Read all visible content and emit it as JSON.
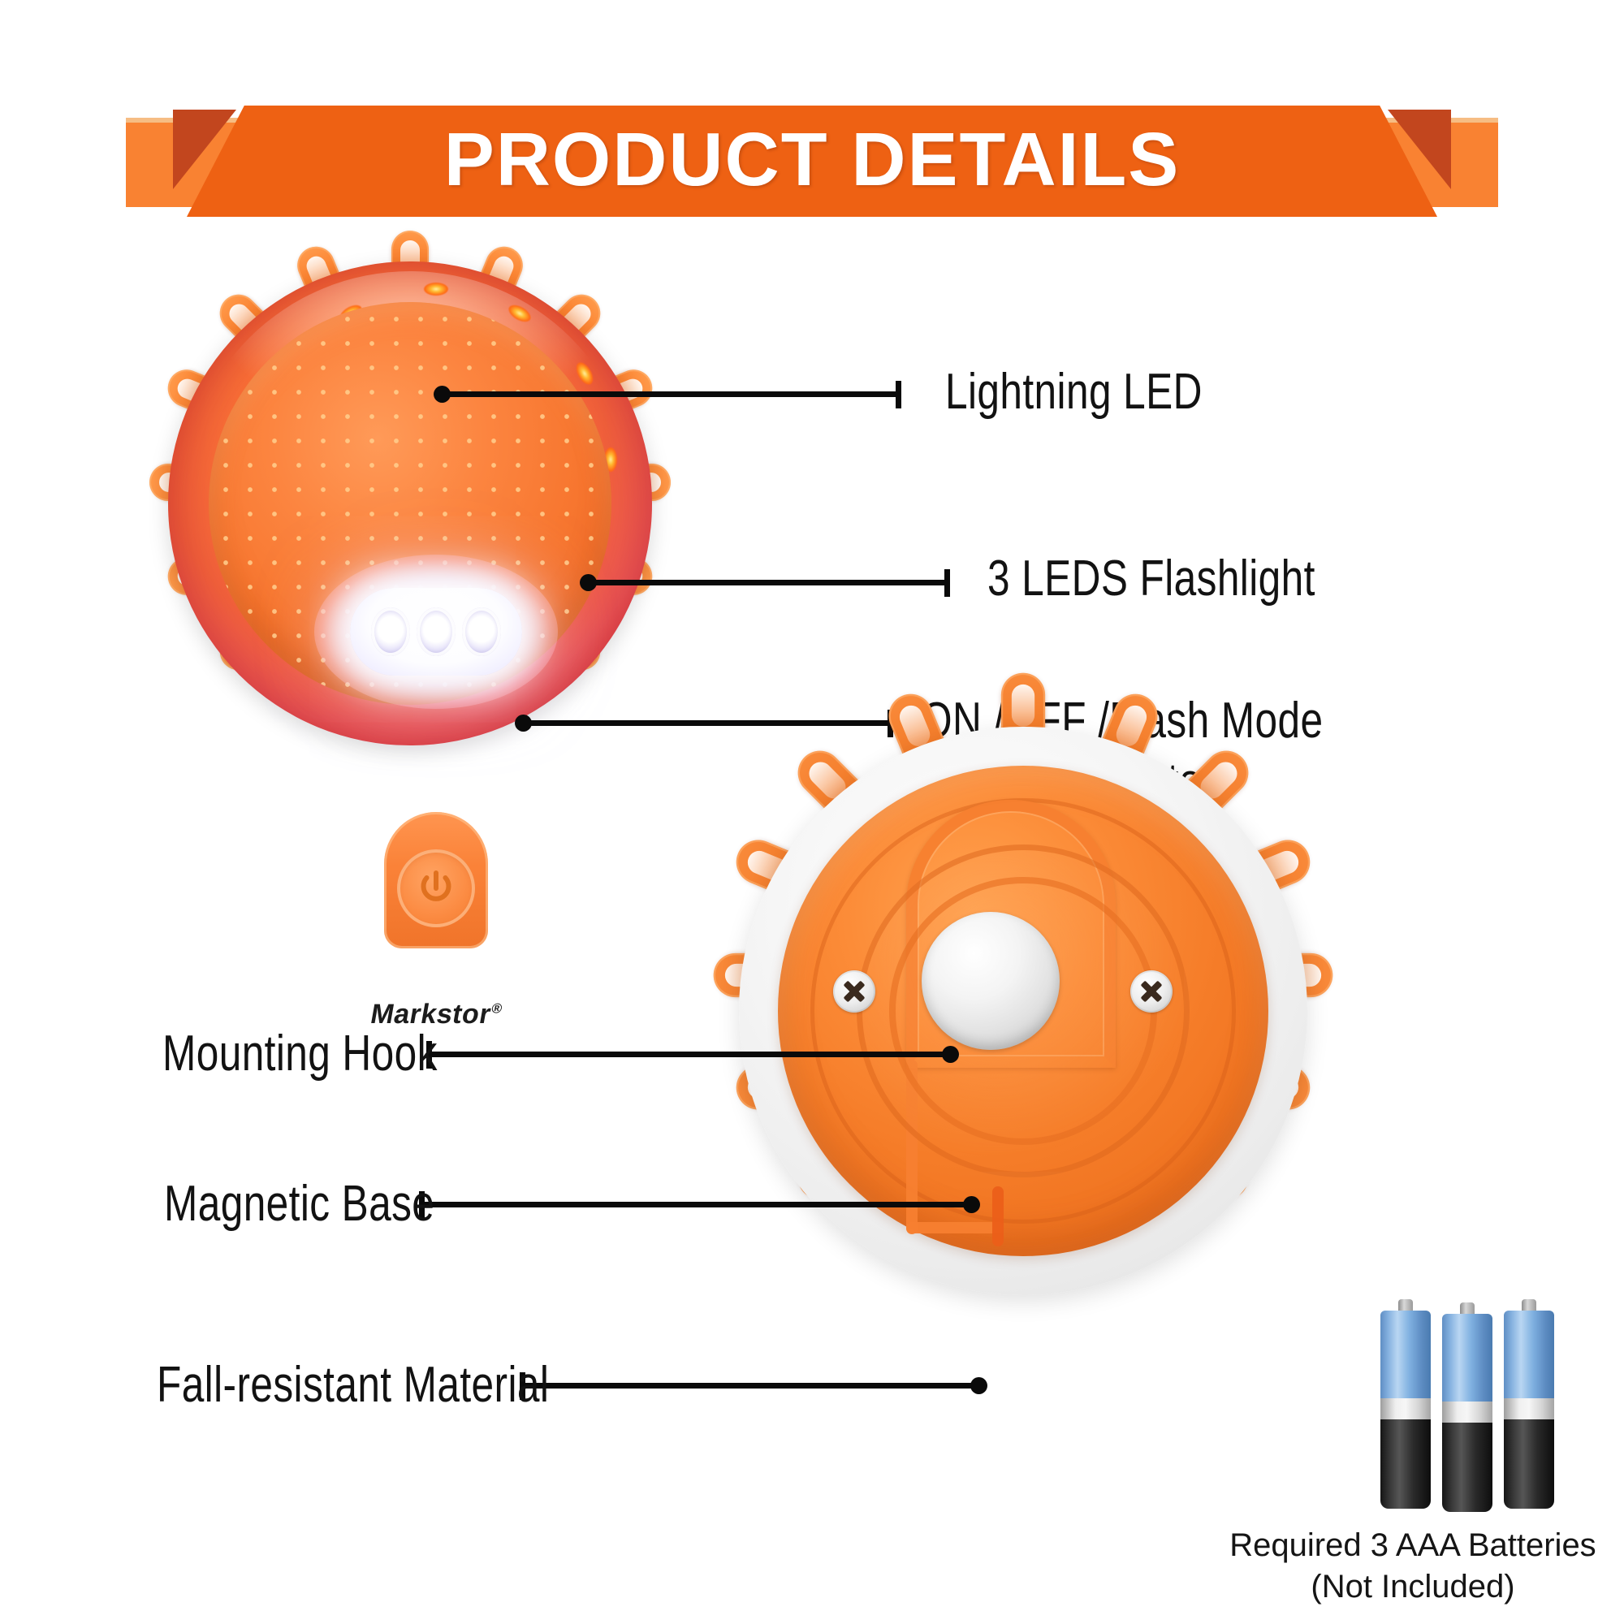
{
  "banner": {
    "title": "PRODUCT DETAILS",
    "colors": {
      "main": "#EE6113",
      "band": "#F98232",
      "fold": "#C2461E",
      "text": "#FFFFFF"
    }
  },
  "product_front": {
    "brand": "Markstor",
    "brand_mark": "®",
    "power_icon": "power-icon",
    "labels": [
      {
        "id": "lightning-led",
        "text": "Lightning LED"
      },
      {
        "id": "flashlight",
        "text": "3 LEDS Flashlight"
      },
      {
        "id": "mode-button",
        "text_line1": "ON /OFF /Flash Mode",
        "text_line2": "Button"
      }
    ]
  },
  "product_back": {
    "labels": [
      {
        "id": "mounting-hook",
        "text": "Mounting Hook"
      },
      {
        "id": "magnetic-base",
        "text": "Magnetic Base"
      },
      {
        "id": "fall-resistant",
        "text": "Fall-resistant Material"
      }
    ]
  },
  "batteries": {
    "count": 3,
    "caption_line1": "Required 3 AAA Batteries",
    "caption_line2": "(Not Included)"
  }
}
